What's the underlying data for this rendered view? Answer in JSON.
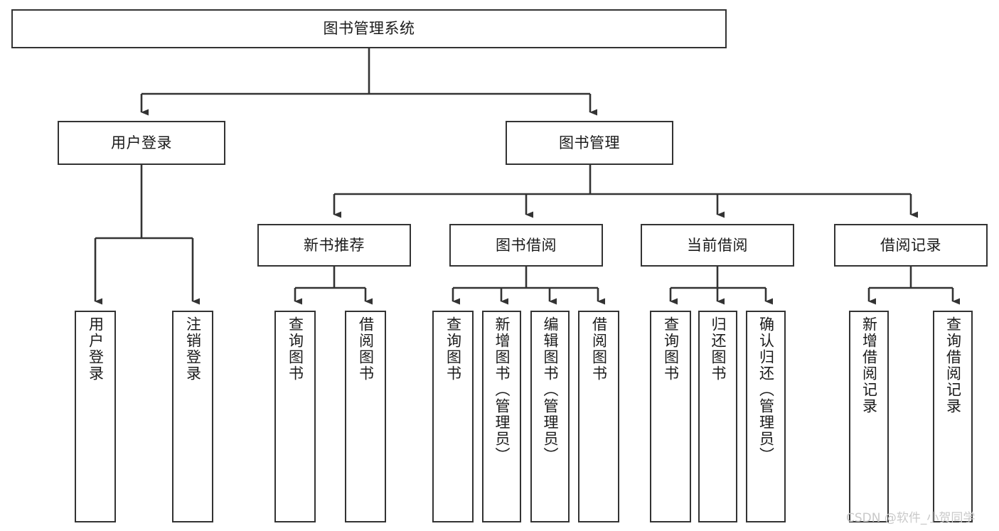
{
  "diagram": {
    "type": "tree",
    "title": "图书管理系统",
    "orientation": "top-down",
    "edge_color": "#333333",
    "node_border_color": "#333333",
    "node_fill_color": "#ffffff",
    "background_color": "#ffffff"
  },
  "nodes": {
    "root": {
      "label": "图书管理系统"
    },
    "level2": [
      {
        "label": "用户登录"
      },
      {
        "label": "图书管理"
      }
    ],
    "level3": [
      {
        "label": "新书推荐"
      },
      {
        "label": "图书借阅"
      },
      {
        "label": "当前借阅"
      },
      {
        "label": "借阅记录"
      }
    ],
    "leaves": {
      "user_login": [
        {
          "label": "用户登录"
        },
        {
          "label": "注销登录"
        }
      ],
      "new_book_recommend": [
        {
          "label": "查询图书"
        },
        {
          "label": "借阅图书"
        }
      ],
      "book_borrow": [
        {
          "label": "查询图书"
        },
        {
          "label": "新增图书（管理员）"
        },
        {
          "label": "编辑图书（管理员）"
        },
        {
          "label": "借阅图书"
        }
      ],
      "current_borrow": [
        {
          "label": "查询图书"
        },
        {
          "label": "归还图书"
        },
        {
          "label": "确认归还（管理员）"
        }
      ],
      "borrow_record": [
        {
          "label": "新增借阅记录"
        },
        {
          "label": "查询借阅记录"
        }
      ]
    }
  },
  "watermark": {
    "text": "CSDN @软件_小贺同学",
    "color": "#c9c9c9"
  }
}
